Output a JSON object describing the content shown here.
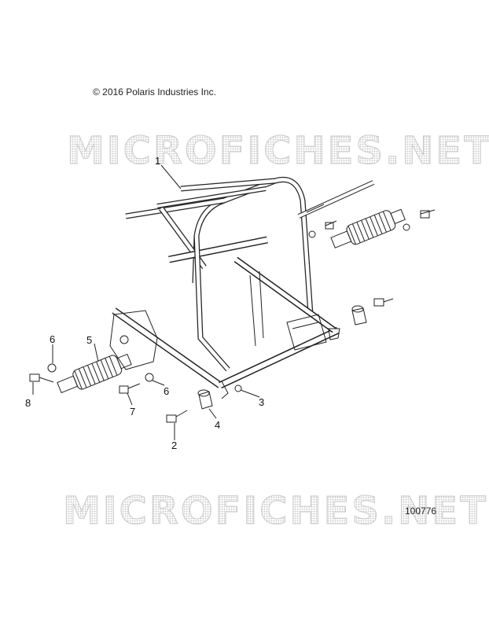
{
  "copyright": "© 2016 Polaris Industries Inc.",
  "watermark": "MICROFICHES.NET",
  "diagram_number": "100776",
  "callouts": [
    "1",
    "2",
    "3",
    "4",
    "5",
    "6",
    "6",
    "7",
    "8"
  ]
}
